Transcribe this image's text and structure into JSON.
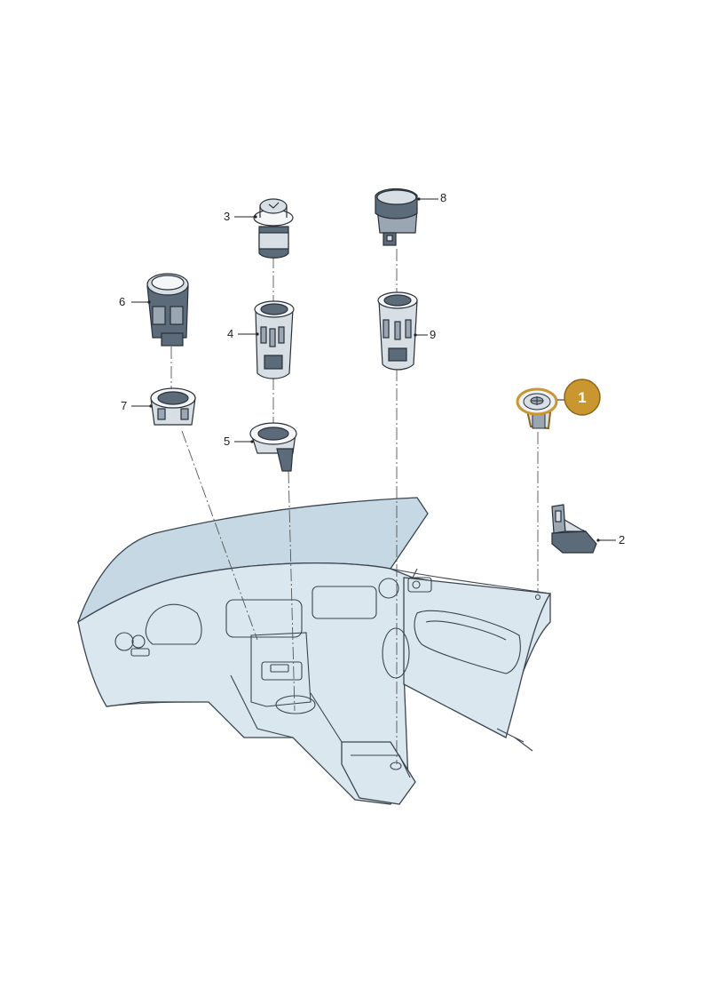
{
  "diagram": {
    "callouts": [
      {
        "id": "1",
        "label": "1",
        "highlighted": true
      },
      {
        "id": "2",
        "label": "2"
      },
      {
        "id": "3",
        "label": "3"
      },
      {
        "id": "4",
        "label": "4"
      },
      {
        "id": "5",
        "label": "5"
      },
      {
        "id": "6",
        "label": "6"
      },
      {
        "id": "7",
        "label": "7"
      },
      {
        "id": "8",
        "label": "8"
      },
      {
        "id": "9",
        "label": "9"
      }
    ]
  },
  "colors": {
    "highlight": "#c9962f",
    "highlight_border": "#8a6616",
    "dashboard_fill": "#dbe7ef",
    "part_dark": "#5b6b7a"
  }
}
